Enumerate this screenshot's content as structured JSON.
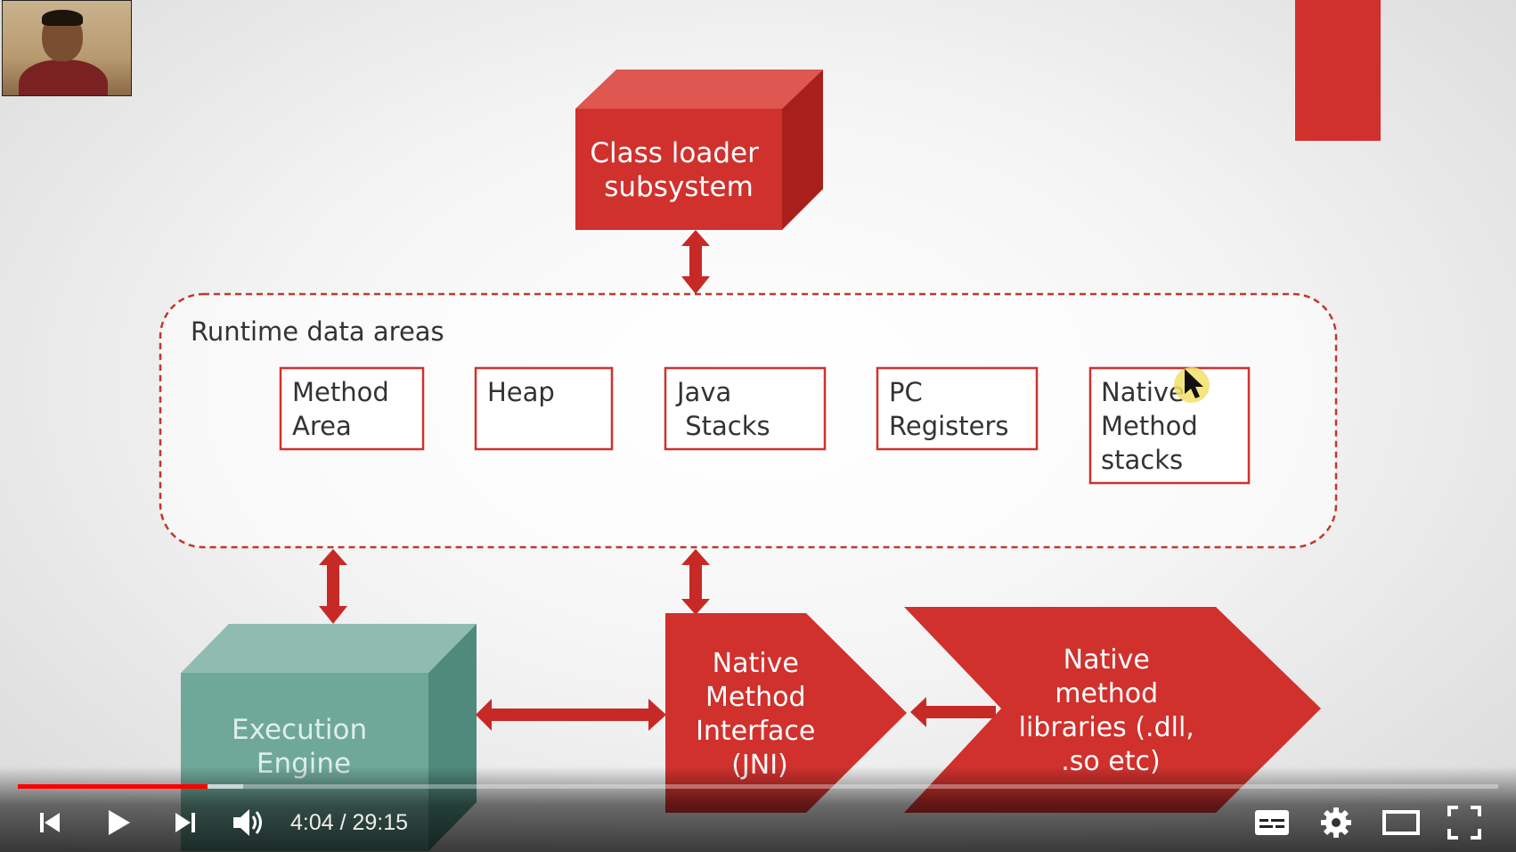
{
  "diagram": {
    "class_loader": [
      "Class loader",
      "subsystem"
    ],
    "runtime_title": "Runtime data areas",
    "areas": [
      [
        "Method",
        "Area"
      ],
      [
        "Heap"
      ],
      [
        "Java",
        " Stacks"
      ],
      [
        "PC",
        "Registers"
      ],
      [
        "Native",
        "Method",
        "stacks"
      ]
    ],
    "execution_engine": [
      "Execution",
      "Engine"
    ],
    "native_interface": [
      "Native",
      "Method",
      "Interface",
      "(JNI)"
    ],
    "native_libraries": [
      "Native",
      "method",
      "libraries (.dll,",
      ".so etc)"
    ]
  },
  "player": {
    "time_display": "4:04 / 29:15",
    "played_fraction": 0.128,
    "buffered_fraction": 0.152,
    "icons": [
      "previous-icon",
      "play-icon",
      "next-icon",
      "volume-icon",
      "subtitles-icon",
      "settings-icon",
      "theater-mode-icon",
      "fullscreen-icon"
    ]
  },
  "colors": {
    "red_box": "#d0312d",
    "red_top": "#de5751",
    "red_side": "#a81f1c",
    "teal_front": "#6fa899",
    "teal_top": "#8fbcaf",
    "teal_side": "#4f8a7c",
    "progress_red": "#ff0000"
  }
}
